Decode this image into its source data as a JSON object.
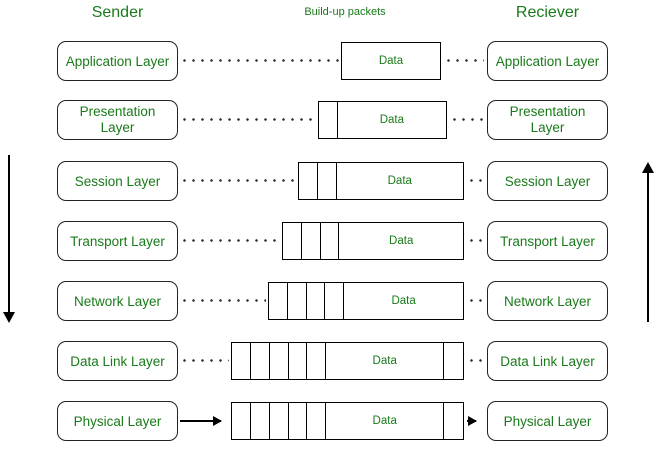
{
  "headings": {
    "sender": "Sender",
    "middle": "Build-up packets",
    "receiver": "Reciever"
  },
  "colors": {
    "label_green": "#1a7a1a",
    "stroke": "#000000",
    "background": "#ffffff"
  },
  "data_cell_label": "Data",
  "flow": {
    "sender_direction": "down",
    "receiver_direction": "up"
  },
  "rows": [
    {
      "layer": "Application Layer",
      "two_line": false,
      "header_cells": 0,
      "trailer_cells": 0,
      "data_label": "Data",
      "connector_left": "dotted",
      "connector_right": "dotted"
    },
    {
      "layer": "Presentation Layer",
      "two_line": true,
      "header_cells": 1,
      "trailer_cells": 0,
      "data_label": "Data",
      "connector_left": "dotted",
      "connector_right": "dotted"
    },
    {
      "layer": "Session Layer",
      "two_line": false,
      "header_cells": 2,
      "trailer_cells": 0,
      "data_label": "Data",
      "connector_left": "dotted",
      "connector_right": "dotted"
    },
    {
      "layer": "Transport Layer",
      "two_line": false,
      "header_cells": 3,
      "trailer_cells": 0,
      "data_label": "Data",
      "connector_left": "dotted",
      "connector_right": "dotted"
    },
    {
      "layer": "Network Layer",
      "two_line": false,
      "header_cells": 4,
      "trailer_cells": 0,
      "data_label": "Data",
      "connector_left": "dotted",
      "connector_right": "dotted"
    },
    {
      "layer": "Data Link Layer",
      "two_line": false,
      "header_cells": 5,
      "trailer_cells": 1,
      "data_label": "Data",
      "connector_left": "dotted",
      "connector_right": "dotted"
    },
    {
      "layer": "Physical Layer",
      "two_line": false,
      "header_cells": 5,
      "trailer_cells": 1,
      "data_label": "Data",
      "connector_left": "arrow",
      "connector_right": "arrow"
    }
  ]
}
